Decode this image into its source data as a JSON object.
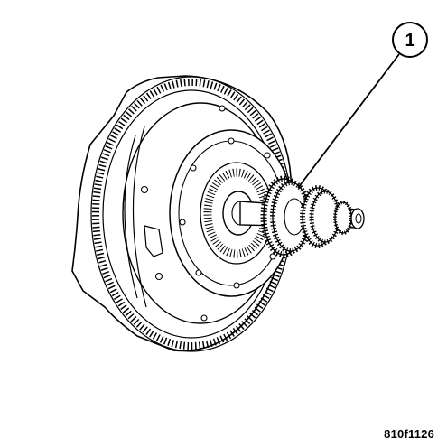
{
  "callout": {
    "number": "1"
  },
  "figure_id": "810f1126",
  "colors": {
    "ink": "#000000",
    "paper": "#ffffff"
  },
  "icons": [
    "clutch-assembly-diagram",
    "callout-circle-icon",
    "leader-line-icon"
  ]
}
